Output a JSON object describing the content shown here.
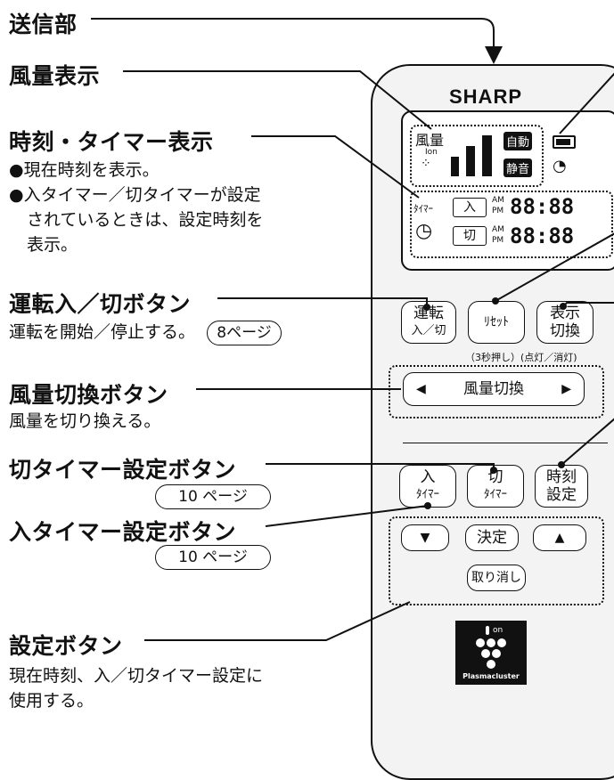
{
  "labels": {
    "transmitter": "送信部",
    "air_volume_display": "風量表示",
    "time_timer_display": "時刻・タイマー表示",
    "time_timer_bullets": [
      "●現在時刻を表示。",
      "●入タイマー／切タイマーが設定",
      "されているときは、設定時刻を",
      "表示。"
    ],
    "run_button": "運転入／切ボタン",
    "run_desc": "運転を開始／停止する。",
    "run_ref": "8ページ",
    "air_switch_button": "風量切換ボタン",
    "air_switch_desc": "風量を切り換える。",
    "off_timer_button": "切タイマー設定ボタン",
    "off_timer_ref": "10 ページ",
    "on_timer_button": "入タイマー設定ボタン",
    "on_timer_ref": "10 ページ",
    "setting_button": "設定ボタン",
    "setting_desc": [
      "現在時刻、入／切タイマー設定に",
      "使用する。"
    ]
  },
  "remote": {
    "brand": "SHARP",
    "lcd": {
      "air_label": "風量",
      "ion_label": "Ion",
      "auto_label": "自動",
      "silent_label": "静音",
      "timer_label": "ﾀｲﾏｰ",
      "on_tag": "入",
      "off_tag": "切",
      "am": "AM",
      "pm": "PM",
      "time_on": "88:88",
      "time_off": "88:88"
    },
    "buttons": {
      "run_top": "運転",
      "run_bottom": "入／切",
      "reset": "ﾘｾｯﾄ",
      "display_top": "表示",
      "display_bottom": "切換",
      "under_note": "（3秒押し）(点灯／消灯)",
      "air_switch": "風量切換",
      "left_arrow": "◀",
      "right_arrow": "▶",
      "on_timer_top": "入",
      "on_timer_bottom": "ﾀｲﾏｰ",
      "off_timer_top": "切",
      "off_timer_bottom": "ﾀｲﾏｰ",
      "clock_top": "時刻",
      "clock_bottom": "設定",
      "down": "▼",
      "confirm": "決定",
      "up": "▲",
      "cancel": "取り消し"
    },
    "logo_ion": "on",
    "logo_text": "Plasmacluster"
  }
}
